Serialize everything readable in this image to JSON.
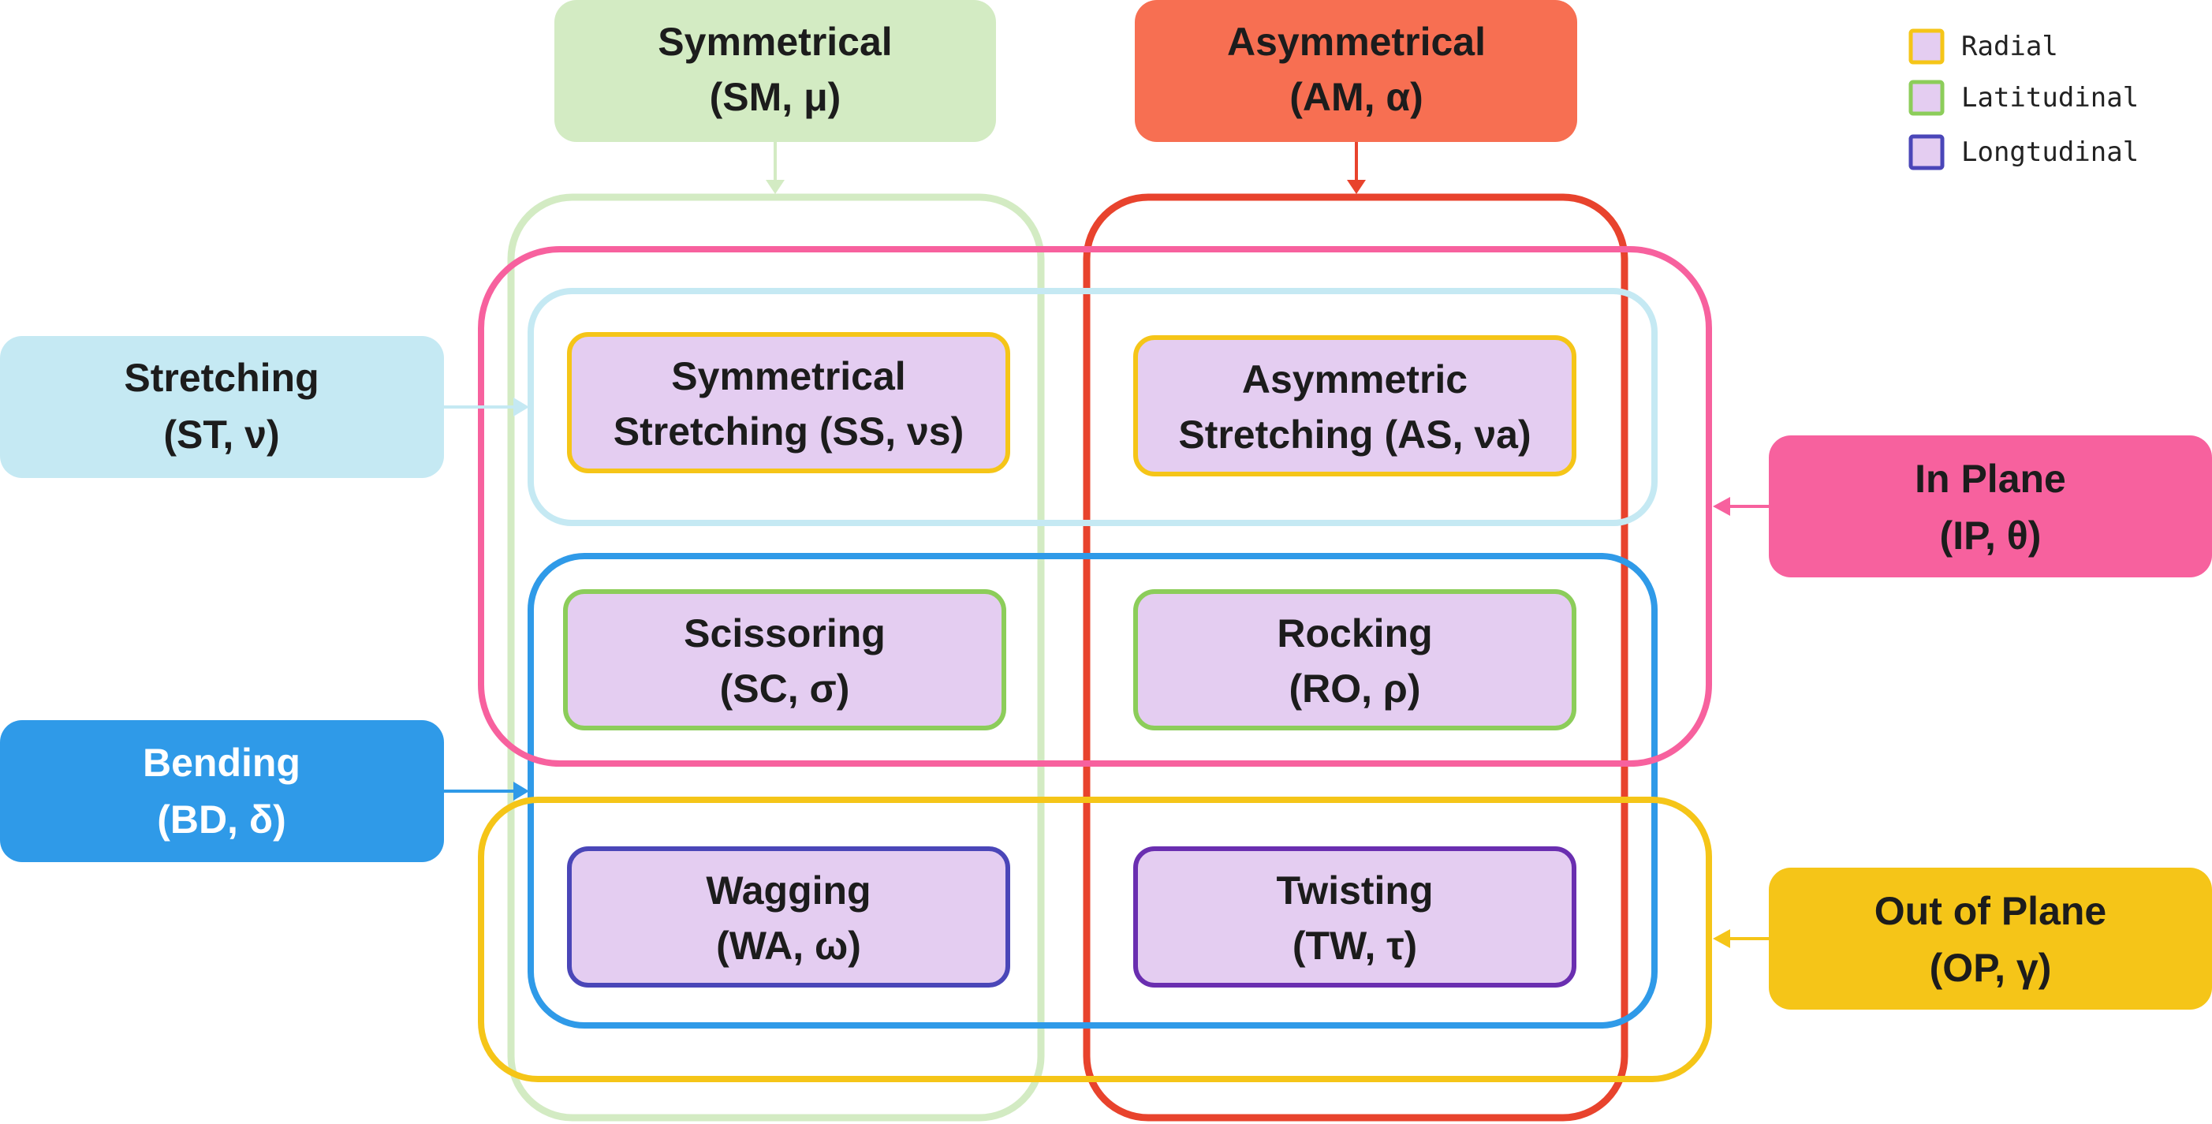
{
  "colors": {
    "symmetrical": "#d3ebc3",
    "asymmetrical": "#f76f52",
    "asymmetrical_line": "#e8432d",
    "stretching": "#c5e9f3",
    "bending": "#2f9ae8",
    "in_plane": "#f7619e",
    "out_of_plane": "#f5c518",
    "mode_fill": "#e4cdf1",
    "radial": "#f5c518",
    "latitudinal": "#8ccd5a",
    "longtudinal": "#4a46b8",
    "twisting_border": "#6a2eb0"
  },
  "category_boxes": {
    "symmetrical": {
      "line1": "Symmetrical",
      "line2": "(SM, μ)"
    },
    "asymmetrical": {
      "line1": "Asymmetrical",
      "line2": "(AM, α)"
    },
    "stretching": {
      "line1": "Stretching",
      "line2": "(ST, ν)"
    },
    "bending": {
      "line1": "Bending",
      "line2": "(BD, δ)"
    },
    "in_plane": {
      "line1": "In Plane",
      "line2": "(IP, θ)"
    },
    "out_of_plane": {
      "line1": "Out of Plane",
      "line2": "(OP, γ)"
    }
  },
  "modes": {
    "symmetric_stretching": {
      "line1": "Symmetrical",
      "line2": "Stretching (SS, νs)"
    },
    "asymmetric_stretching": {
      "line1": "Asymmetric",
      "line2": "Stretching (AS, νa)"
    },
    "scissoring": {
      "line1": "Scissoring",
      "line2": "(SC, σ)"
    },
    "rocking": {
      "line1": "Rocking",
      "line2": "(RO, ρ)"
    },
    "wagging": {
      "line1": "Wagging",
      "line2": "(WA, ω)"
    },
    "twisting": {
      "line1": "Twisting",
      "line2": "(TW, τ)"
    }
  },
  "legend": {
    "radial": "Radial",
    "latitudinal": "Latitudinal",
    "longtudinal": "Longtudinal"
  }
}
